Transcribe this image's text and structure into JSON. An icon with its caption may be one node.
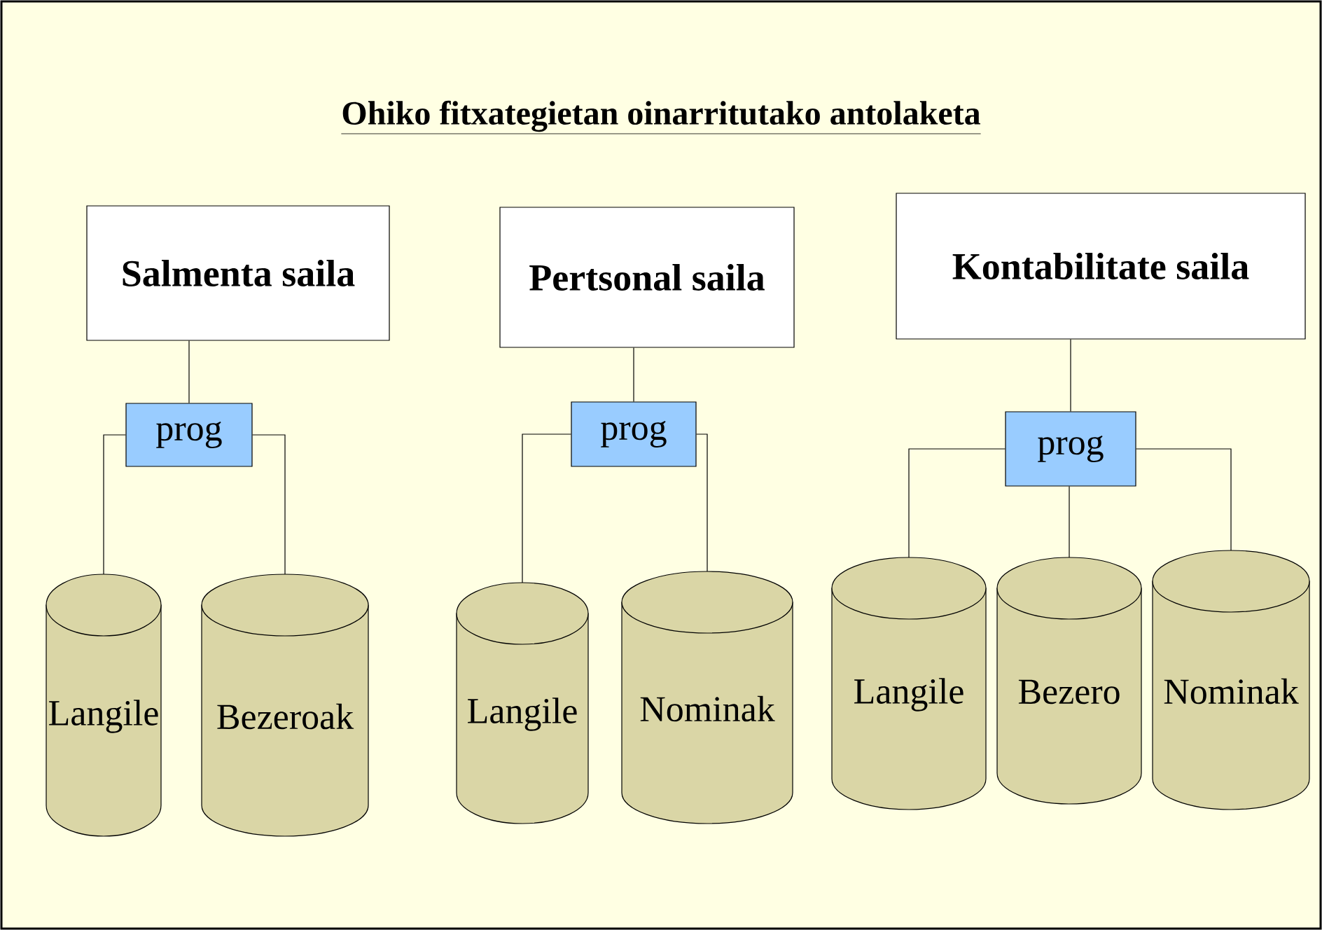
{
  "diagram": {
    "title": "Ohiko fitxategietan oinarritutako antolaketa",
    "nodes": [
      {
        "text": [
          "Salmenta saila"
        ]
      },
      {
        "text": [
          "prog"
        ]
      },
      {
        "text": [
          "Langile"
        ]
      },
      {
        "text": [
          "Bezeroak"
        ]
      },
      {
        "text": [
          "Pertsonal saila"
        ]
      },
      {
        "text": [
          "prog"
        ]
      },
      {
        "text": [
          "Langile"
        ]
      },
      {
        "text": [
          "Nominak"
        ]
      },
      {
        "text": [
          "Kontabilitate saila"
        ]
      },
      {
        "text": [
          "prog"
        ]
      },
      {
        "text": [
          "Langile"
        ]
      },
      {
        "text": [
          "Bezero"
        ]
      },
      {
        "text": [
          "Nominak"
        ]
      }
    ],
    "edges": [
      {
        "from": 0,
        "to": 1,
        "arrow": "none"
      },
      {
        "from": 1,
        "to": 2,
        "arrow": "none"
      },
      {
        "from": 1,
        "to": 3,
        "arrow": "none"
      },
      {
        "from": 4,
        "to": 5,
        "arrow": "none"
      },
      {
        "from": 5,
        "to": 6,
        "arrow": "none"
      },
      {
        "from": 5,
        "to": 7,
        "arrow": "none"
      },
      {
        "from": 8,
        "to": 9,
        "arrow": "none"
      },
      {
        "from": 9,
        "to": 10,
        "arrow": "none"
      },
      {
        "from": 9,
        "to": 11,
        "arrow": "none"
      },
      {
        "from": 9,
        "to": 12,
        "arrow": "none"
      }
    ]
  }
}
